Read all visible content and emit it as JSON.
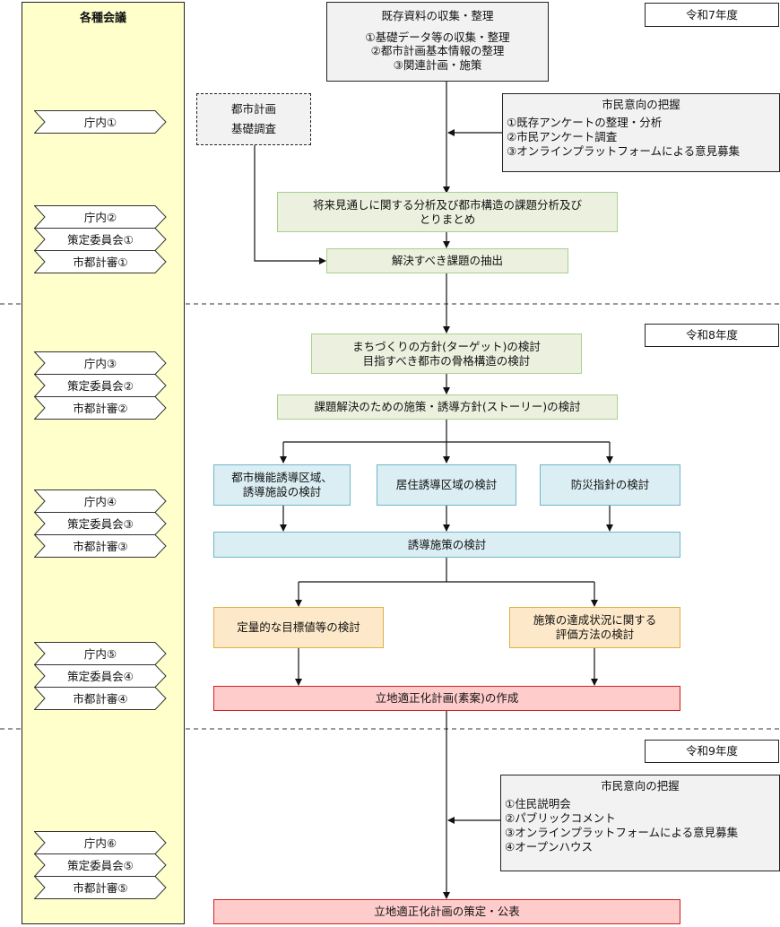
{
  "left_column": {
    "title": "各種会議",
    "groups": [
      [
        "庁内①"
      ],
      [
        "庁内②",
        "策定委員会①",
        "市都計審①"
      ],
      [
        "庁内③",
        "策定委員会②",
        "市都計審②"
      ],
      [
        "庁内④",
        "策定委員会③",
        "市都計審③"
      ],
      [
        "庁内⑤",
        "策定委員会④",
        "市都計審④"
      ],
      [
        "庁内⑥",
        "策定委員会⑤",
        "市都計審⑤"
      ]
    ]
  },
  "years": [
    "令和7年度",
    "令和8年度",
    "令和9年度"
  ],
  "existing": {
    "title": "既存資料の収集・整理",
    "items": [
      "①基礎データ等の収集・整理",
      "②都市計画基本情報の整理",
      "③関連計画・施策"
    ]
  },
  "basic_survey": {
    "line1": "都市計画",
    "line2": "基礎調査"
  },
  "citizen1": {
    "title": "市民意向の把握",
    "items": [
      "①既存アンケートの整理・分析",
      "②市民アンケート調査",
      "③オンラインプラットフォームによる意見募集"
    ]
  },
  "analysis": {
    "line1": "将来見通しに関する分析及び都市構造の課題分析及び",
    "line2": "とりまとめ"
  },
  "issues": "解決すべき課題の抽出",
  "policy": {
    "line1": "まちづくりの方針(ターゲット)の検討",
    "line2": "目指すべき都市の骨格構造の検討"
  },
  "story": "課題解決のための施策・誘導方針(ストーリー)の検討",
  "urban_function": {
    "line1": "都市機能誘導区域、",
    "line2": "誘導施設の検討"
  },
  "residential": "居住誘導区域の検討",
  "disaster": "防災指針の検討",
  "induction": "誘導施策の検討",
  "targets": "定量的な目標値等の検討",
  "evaluation": {
    "line1": "施策の達成状況に関する",
    "line2": "評価方法の検討"
  },
  "draft": "立地適正化計画(素案)の作成",
  "citizen2": {
    "title": "市民意向の把握",
    "items": [
      "①住民説明会",
      "②パブリックコメント",
      "③オンラインプラットフォームによる意見募集",
      "④オープンハウス"
    ]
  },
  "final": "立地適正化計画の策定・公表"
}
